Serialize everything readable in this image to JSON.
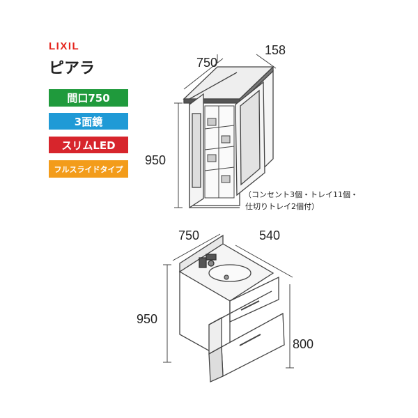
{
  "brand": {
    "logo": "LIXIL",
    "logo_color": "#e5261f"
  },
  "product": {
    "name": "ピアラ"
  },
  "badges": [
    {
      "label": "間口750",
      "color": "#1f9a3c"
    },
    {
      "label": "3面鏡",
      "color": "#1f9ad6"
    },
    {
      "label": "スリムLED",
      "color": "#d7252c"
    },
    {
      "label": "フルスライドタイプ",
      "color": "#f39c1a"
    }
  ],
  "mirror_cabinet": {
    "width": "750",
    "depth": "158",
    "height": "950",
    "note_line1": "（コンセント3個・トレイ11個・",
    "note_line2": "仕切りトレイ2個付）"
  },
  "vanity": {
    "width": "750",
    "depth": "540",
    "height": "950",
    "counter_height": "800"
  }
}
